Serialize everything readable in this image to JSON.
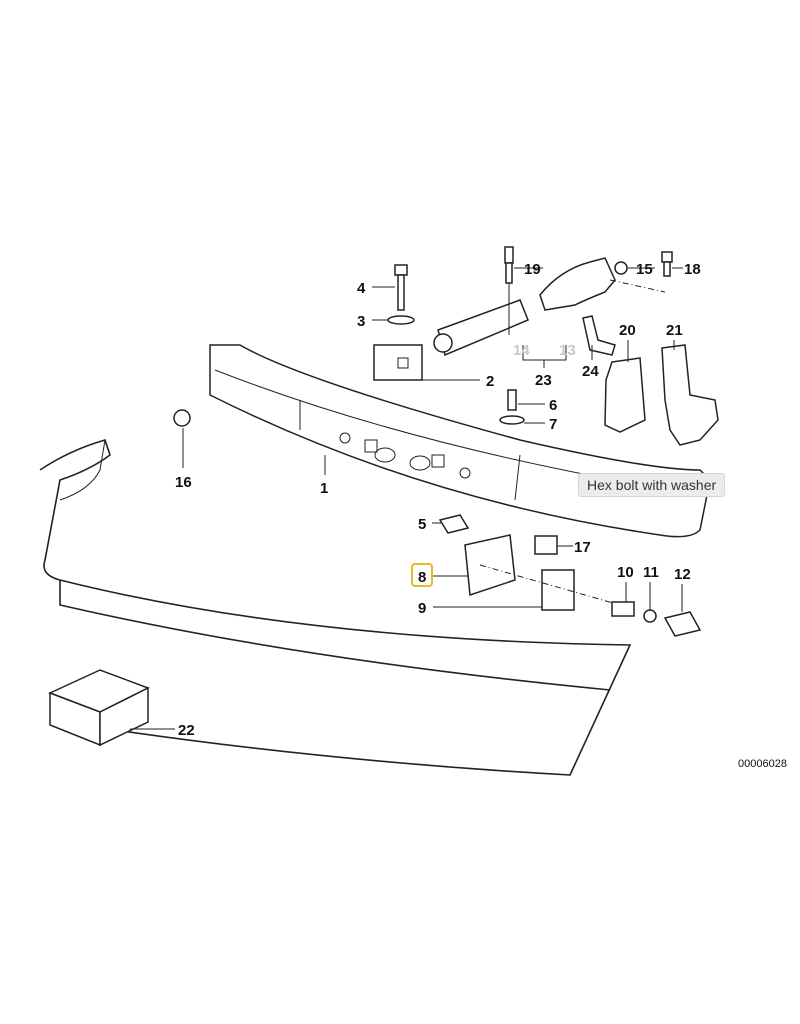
{
  "diagram_id": "00006028",
  "tooltip": "Hex bolt with washer",
  "highlighted_part": "8",
  "parts": {
    "p1": "1",
    "p2": "2",
    "p3": "3",
    "p4": "4",
    "p5": "5",
    "p6": "6",
    "p7": "7",
    "p8": "8",
    "p9": "9",
    "p10": "10",
    "p11": "11",
    "p12": "12",
    "p13": "13",
    "p14": "14",
    "p15": "15",
    "p16": "16",
    "p17": "17",
    "p18": "18",
    "p19": "19",
    "p20": "20",
    "p21": "21",
    "p22": "22",
    "p23": "23",
    "p24": "24"
  },
  "colors": {
    "highlight": "#e8b923",
    "inactive_label": "#c8c8c8"
  }
}
